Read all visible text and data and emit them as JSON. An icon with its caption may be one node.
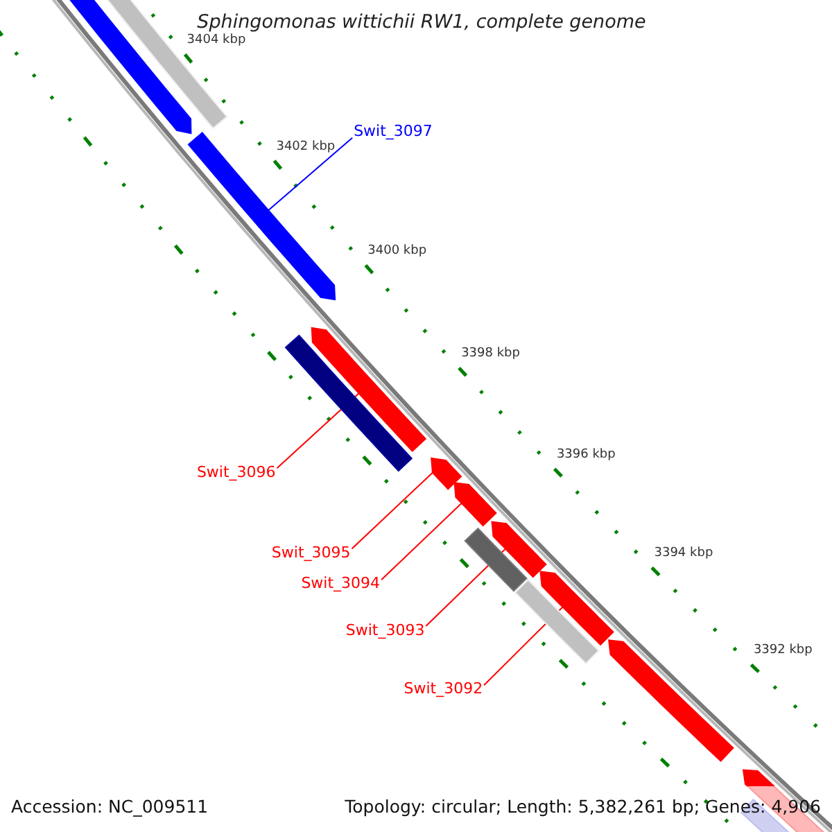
{
  "diagram": {
    "title": "Sphingomonas wittichii RW1, complete genome",
    "nodes": [
      {
        "text": [],
        "shape": "arrow"
      },
      {
        "text": [],
        "shape": "bar"
      },
      {
        "text": [],
        "shape": "arrow"
      },
      {
        "text": [],
        "shape": "arrow"
      },
      {
        "text": [],
        "shape": "bar"
      },
      {
        "text": [],
        "shape": "arrow"
      },
      {
        "text": [],
        "shape": "arrow"
      },
      {
        "text": [],
        "shape": "arrow"
      },
      {
        "text": [],
        "shape": "bar"
      },
      {
        "text": [],
        "shape": "arrow"
      },
      {
        "text": [],
        "shape": "bar"
      },
      {
        "text": [],
        "shape": "arrow"
      },
      {
        "text": [],
        "shape": "arrow"
      },
      {
        "text": [],
        "shape": "bar"
      },
      {
        "text": [
          "Swit_3097"
        ]
      },
      {
        "text": [
          "Swit_3096"
        ]
      },
      {
        "text": [
          "Swit_3095"
        ]
      },
      {
        "text": [
          "Swit_3094"
        ]
      },
      {
        "text": [
          "Swit_3093"
        ]
      },
      {
        "text": [
          "Swit_3092"
        ]
      }
    ],
    "edges": [
      {
        "from": 14,
        "to": 2,
        "arrow": "none",
        "color": "#0000ff"
      },
      {
        "from": 15,
        "to": 3,
        "arrow": "none"
      },
      {
        "from": 16,
        "to": 5,
        "arrow": "none"
      },
      {
        "from": 17,
        "to": 6,
        "arrow": "none"
      },
      {
        "from": 18,
        "to": 7,
        "arrow": "none"
      },
      {
        "from": 19,
        "to": 9,
        "arrow": "none"
      }
    ],
    "labels": [
      "3404 kbp",
      "3402 kbp",
      "3400 kbp",
      "3398 kbp",
      "3396 kbp",
      "3394 kbp",
      "3392 kbp",
      "Accession: NC_009511",
      "Topology: circular; Length: 5,382,261 bp; Genes: 4,906"
    ]
  }
}
